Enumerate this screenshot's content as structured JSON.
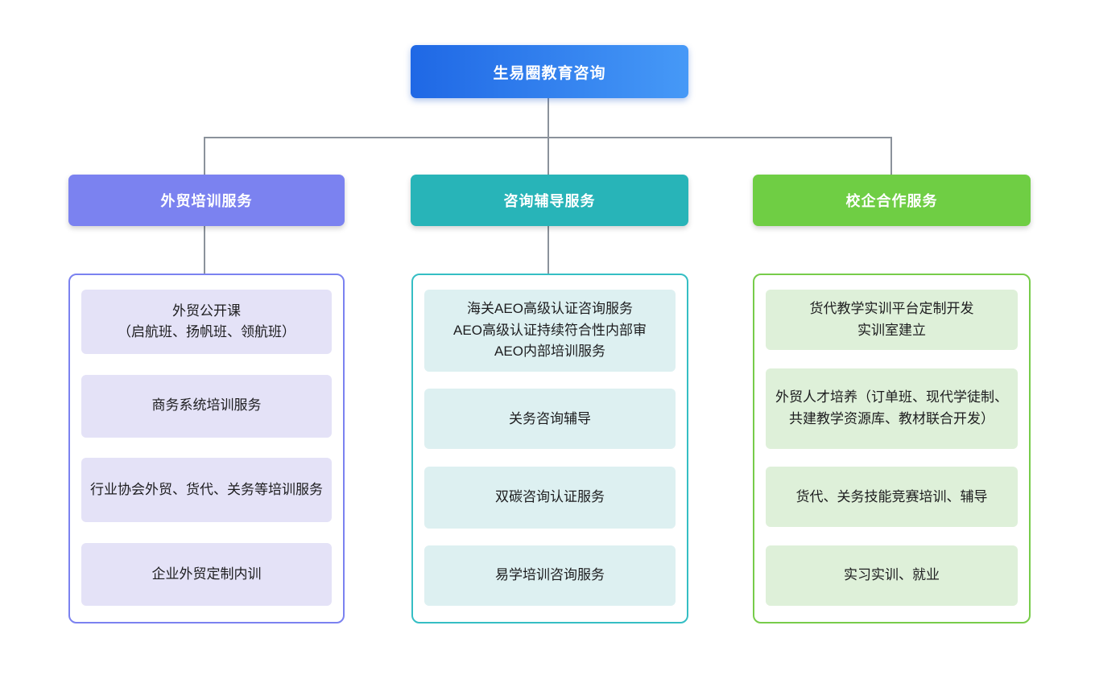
{
  "page": {
    "background": "#ffffff",
    "connector_color": "#8b929b",
    "text_color": "#1d1d1f"
  },
  "root": {
    "label": "生易圈教育咨询",
    "color_start": "#1f68e5",
    "color_end": "#4699f7"
  },
  "branches": [
    {
      "label": "外贸培训服务",
      "header_color": "#7b82f0",
      "border_color": "#7b82f0",
      "item_bg": "#e4e2f7",
      "items": [
        "外贸公开课\n（启航班、扬帆班、领航班）",
        "商务系统培训服务",
        "行业协会外贸、货代、关务等培训服务",
        "企业外贸定制内训"
      ]
    },
    {
      "label": "咨询辅导服务",
      "header_color": "#28b4b8",
      "border_color": "#35bec4",
      "item_bg": "#ddf0f1",
      "items": [
        "海关AEO高级认证咨询服务\nAEO高级认证持续符合性内部审\nAEO内部培训服务",
        "关务咨询辅导",
        "双碳咨询认证服务",
        "易学培训咨询服务"
      ]
    },
    {
      "label": "校企合作服务",
      "header_color": "#6fce44",
      "border_color": "#77cc4a",
      "item_bg": "#def0d9",
      "items": [
        "货代教学实训平台定制开发\n实训室建立",
        "外贸人才培养（订单班、现代学徒制、共建教学资源库、教材联合开发）",
        "货代、关务技能竞赛培训、辅导",
        "实习实训、就业"
      ]
    }
  ]
}
